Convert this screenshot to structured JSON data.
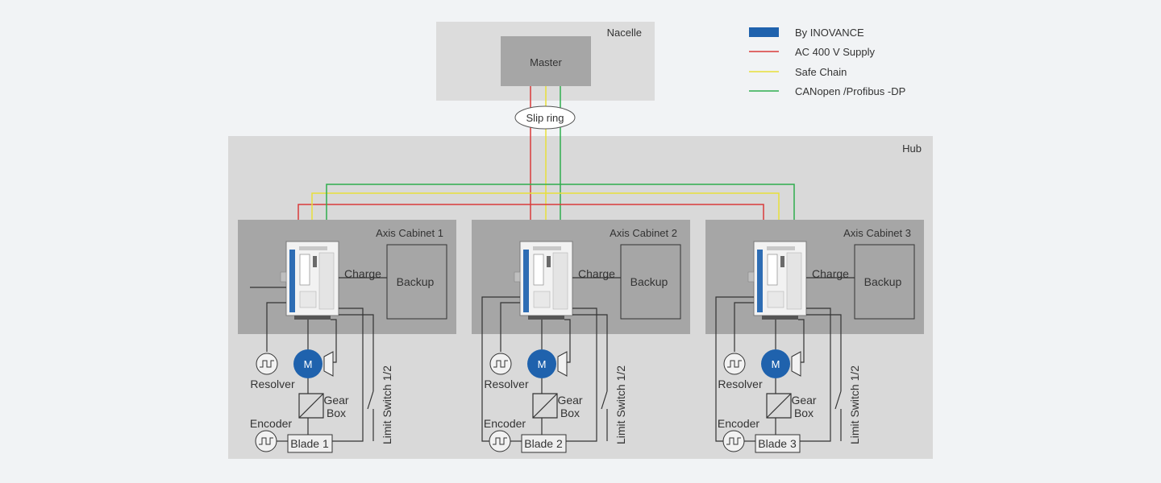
{
  "nacelle": {
    "label": "Nacelle",
    "master_label": "Master"
  },
  "slip_ring": {
    "label": "Slip ring"
  },
  "hub": {
    "label": "Hub"
  },
  "legend": {
    "items": [
      {
        "label": "By INOVANCE",
        "color": "#1f62ad"
      },
      {
        "label": "AC 400 V Supply",
        "color": "#d93a3a"
      },
      {
        "label": "Safe Chain",
        "color": "#e8df3a"
      },
      {
        "label": "CANopen /Profibus  -DP",
        "color": "#2fae4e"
      }
    ]
  },
  "cabinets": [
    {
      "title": "Axis Cabinet   1",
      "blade": "Blade  1"
    },
    {
      "title": "Axis Cabinet   2",
      "blade": "Blade  2"
    },
    {
      "title": "Axis Cabinet   3",
      "blade": "Blade  3"
    }
  ],
  "common": {
    "charge": "Charge",
    "backup": "Backup",
    "motor": "M",
    "resolver": "Resolver",
    "gear": "Gear",
    "box": "Box",
    "encoder": "Encoder",
    "limit_switch": "Limit Switch  1/2"
  },
  "colors": {
    "background": "#f1f3f5",
    "panel": "#d9d9d9",
    "cabinet": "#a6a6a6",
    "master": "#a6a6a6",
    "motor": "#1f62ad",
    "drive_stripe": "#2e6db4"
  }
}
